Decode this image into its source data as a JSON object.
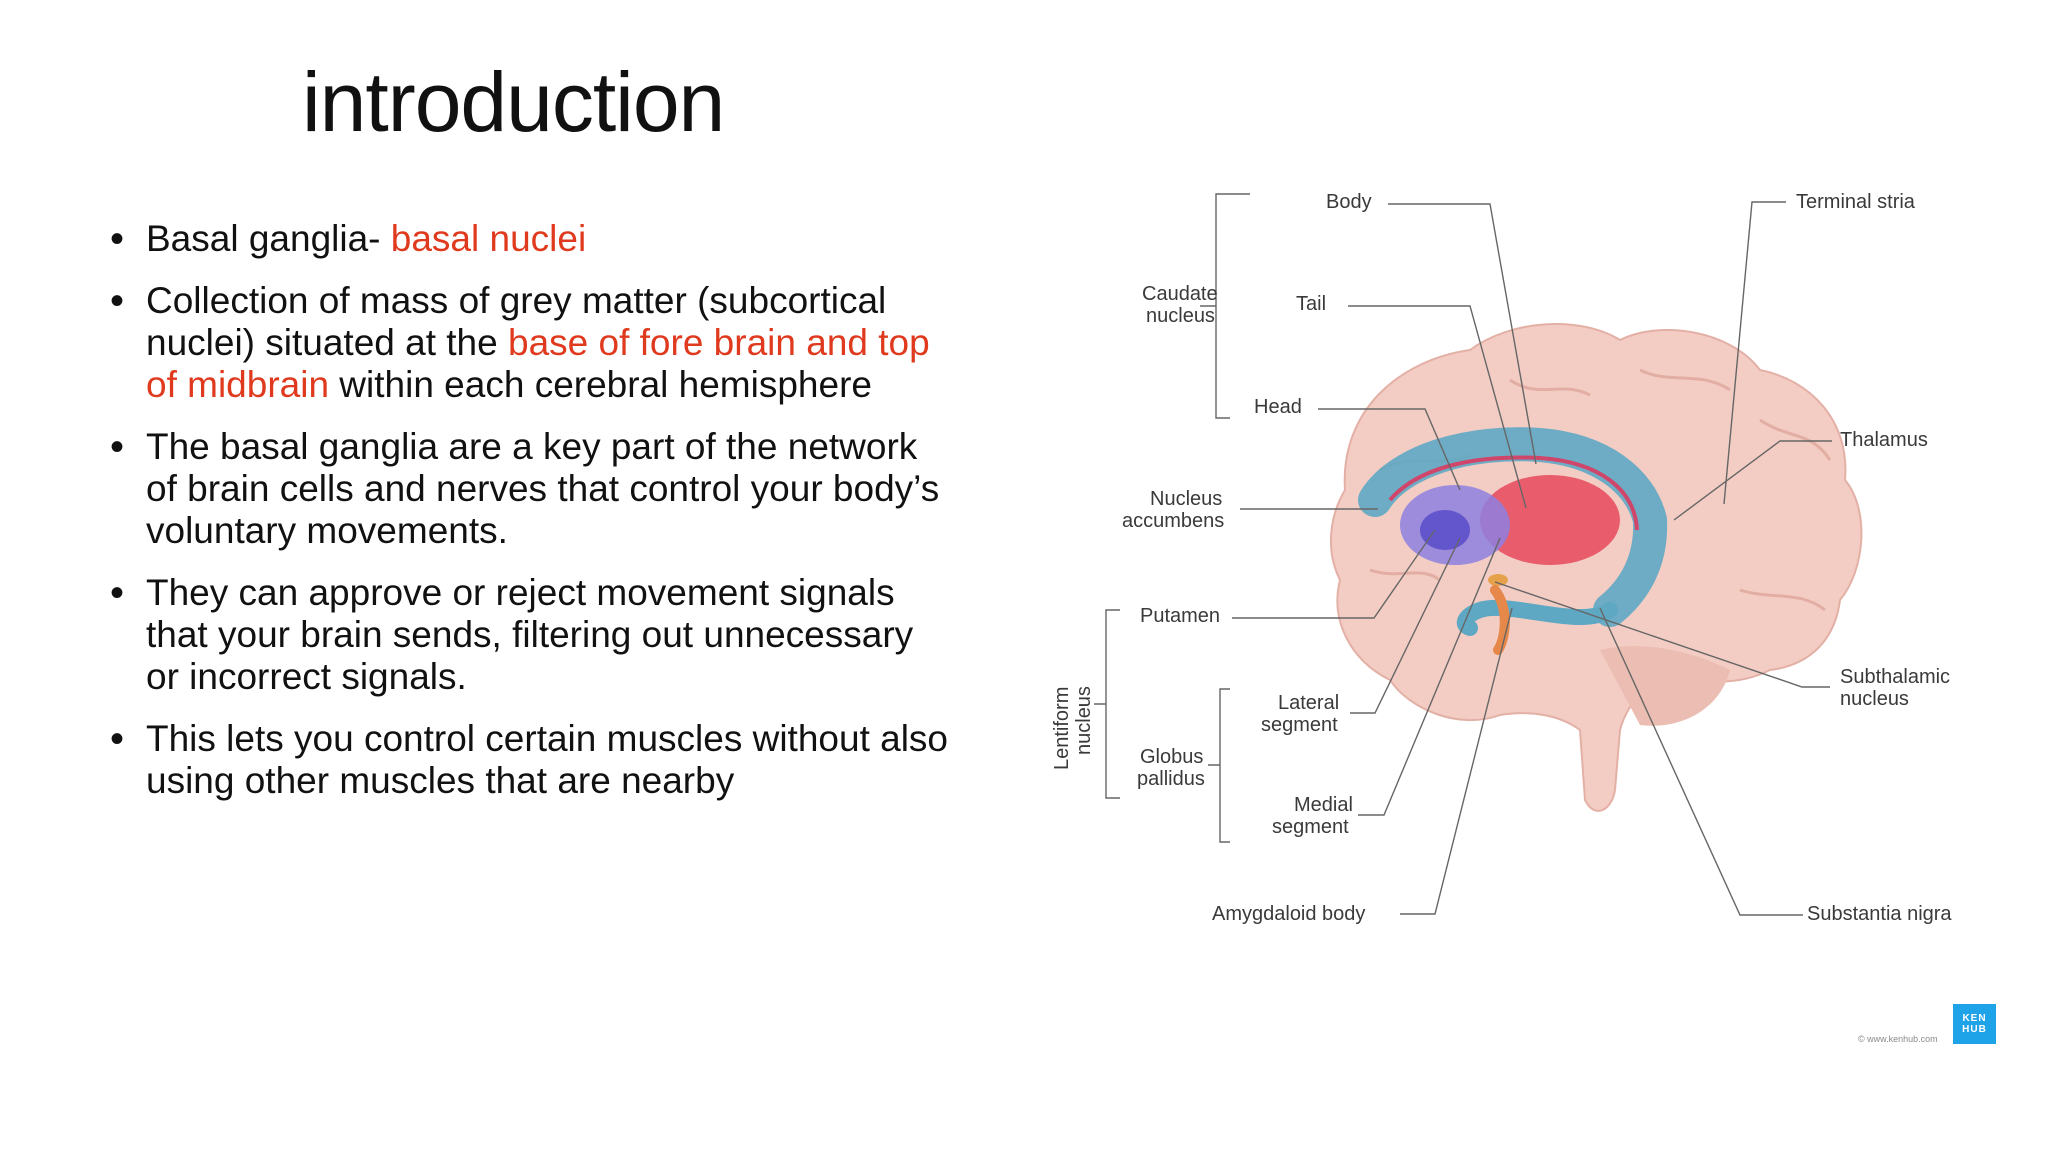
{
  "slide": {
    "title": "introduction",
    "bullets": [
      {
        "parts": [
          {
            "text": "Basal ganglia-  ",
            "red": false
          },
          {
            "text": "basal nuclei",
            "red": true
          }
        ]
      },
      {
        "parts": [
          {
            "text": "Collection of mass of grey matter (subcortical nuclei) situated at the ",
            "red": false
          },
          {
            "text": "base of fore brain and top of midbrain",
            "red": true
          },
          {
            "text": " within each cerebral hemisphere",
            "red": false
          }
        ]
      },
      {
        "parts": [
          {
            "text": "The basal ganglia are a key part of the network of brain cells and nerves that control your body’s voluntary movements.",
            "red": false
          }
        ]
      },
      {
        "parts": [
          {
            "text": "They can approve or reject movement signals that your brain sends, filtering out unnecessary or incorrect signals.",
            "red": false
          }
        ]
      },
      {
        "parts": [
          {
            "text": " This lets you control certain muscles without also using other muscles that are nearby",
            "red": false
          }
        ]
      }
    ]
  },
  "diagram": {
    "labels": {
      "body": "Body",
      "tail": "Tail",
      "head": "Head",
      "caudate_1": "Caudate",
      "caudate_2": "nucleus",
      "terminal_stria": "Terminal stria",
      "thalamus": "Thalamus",
      "nucleus_acc_1": "Nucleus",
      "nucleus_acc_2": "accumbens",
      "putamen": "Putamen",
      "lentiform_1": "Lentiform",
      "lentiform_2": "nucleus",
      "lateral_1": "Lateral",
      "lateral_2": "segment",
      "globus_1": "Globus",
      "globus_2": "pallidus",
      "medial_1": "Medial",
      "medial_2": "segment",
      "subthalamic_1": "Subthalamic",
      "subthalamic_2": "nucleus",
      "amygdaloid": "Amygdaloid body",
      "substantia": "Substantia nigra"
    },
    "watermark": {
      "badge_line1": "KEN",
      "badge_line2": "HUB",
      "url": "© www.kenhub.com"
    }
  },
  "colors": {
    "accent_red": "#e03a1e",
    "brain_pink": "#f3c9c0",
    "caudate_blue": "#5ea8c4",
    "globus_purple": "#7a6fd6",
    "thalamus_red": "#e5485c",
    "kenhub_blue": "#1ea2e8"
  }
}
